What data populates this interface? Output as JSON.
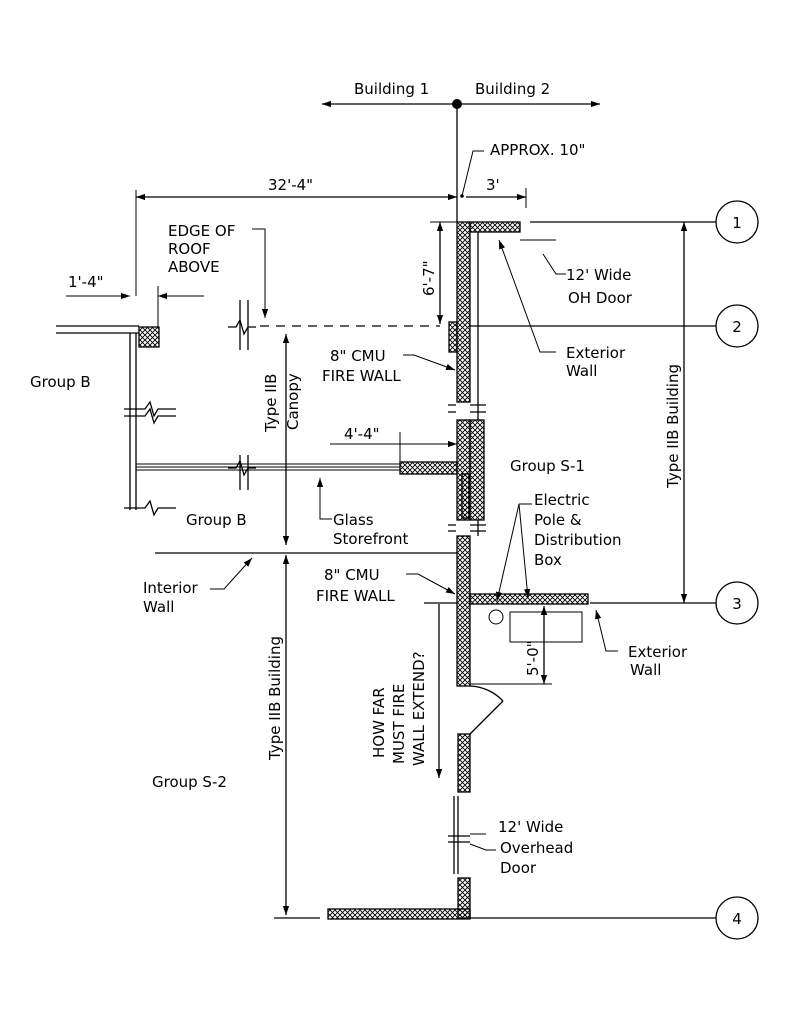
{
  "top": {
    "building_1": "Building 1",
    "building_2": "Building 2",
    "approx": "APPROX. 10\""
  },
  "dims": {
    "d32": "32'-4\"",
    "d3": "3'",
    "d67": "6'-7\"",
    "d14": "1'-4\"",
    "d44": "4'-4\"",
    "d50": "5'-0\""
  },
  "labels": {
    "edge_roof": [
      "EDGE OF",
      "ROOF",
      "ABOVE"
    ],
    "oh_door_top": [
      "12' Wide",
      "OH Door"
    ],
    "exterior_wall_1": [
      "Exterior",
      "Wall"
    ],
    "exterior_wall_2": [
      "Exterior",
      "Wall"
    ],
    "cmu_1": [
      "8\" CMU",
      "FIRE WALL"
    ],
    "cmu_2": [
      "8\" CMU",
      "FIRE WALL"
    ],
    "group_b_1": "Group B",
    "group_b_2": "Group B",
    "canopy": [
      "Type IIB",
      "Canopy"
    ],
    "group_s1": "Group S-1",
    "type_iib_right": "Type IIB Building",
    "type_iib_left": "Type IIB Building",
    "electric": [
      "Electric",
      "Pole &",
      "Distribution",
      "Box"
    ],
    "glass": [
      "Glass",
      "Storefront"
    ],
    "interior": [
      "Interior",
      "Wall"
    ],
    "question": [
      "HOW FAR",
      "MUST FIRE",
      "WALL EXTEND?"
    ],
    "group_s2": "Group S-2",
    "oh_door_bottom": [
      "12' Wide",
      "Overhead",
      "Door"
    ]
  },
  "grid": [
    "1",
    "2",
    "3",
    "4"
  ]
}
